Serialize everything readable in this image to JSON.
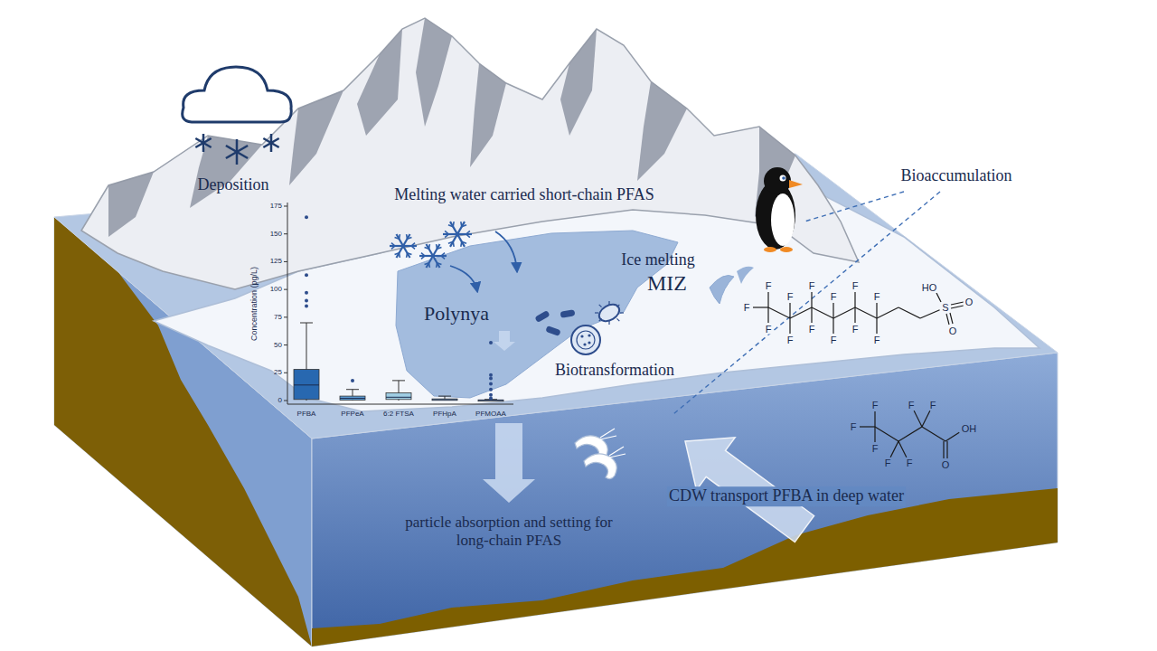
{
  "diagram": {
    "labels": [
      "Deposition",
      "Melting water carried short-chain PFAS",
      "Bioaccumulation",
      "Concentration (pg/L)",
      "175",
      "150",
      "125",
      "100",
      "75",
      "50",
      "25",
      "0",
      "Ice melting",
      "MIZ",
      "Polynya",
      "F",
      "F",
      "F",
      "F",
      "F",
      "F",
      "HO",
      "F",
      "S",
      "O",
      "F",
      "F",
      "F",
      "F",
      "F",
      "F",
      "O",
      "Biotransformation",
      "PFBA",
      "PFPeA",
      "6:2 FTSA",
      "PFHpA",
      "PFMOAA",
      "F",
      "F",
      "F",
      "F",
      "OH",
      "F",
      "F",
      "F",
      "O",
      "particle absorption and setting for long-chain PFAS",
      "CDW transport PFBA in deep water"
    ]
  }
}
